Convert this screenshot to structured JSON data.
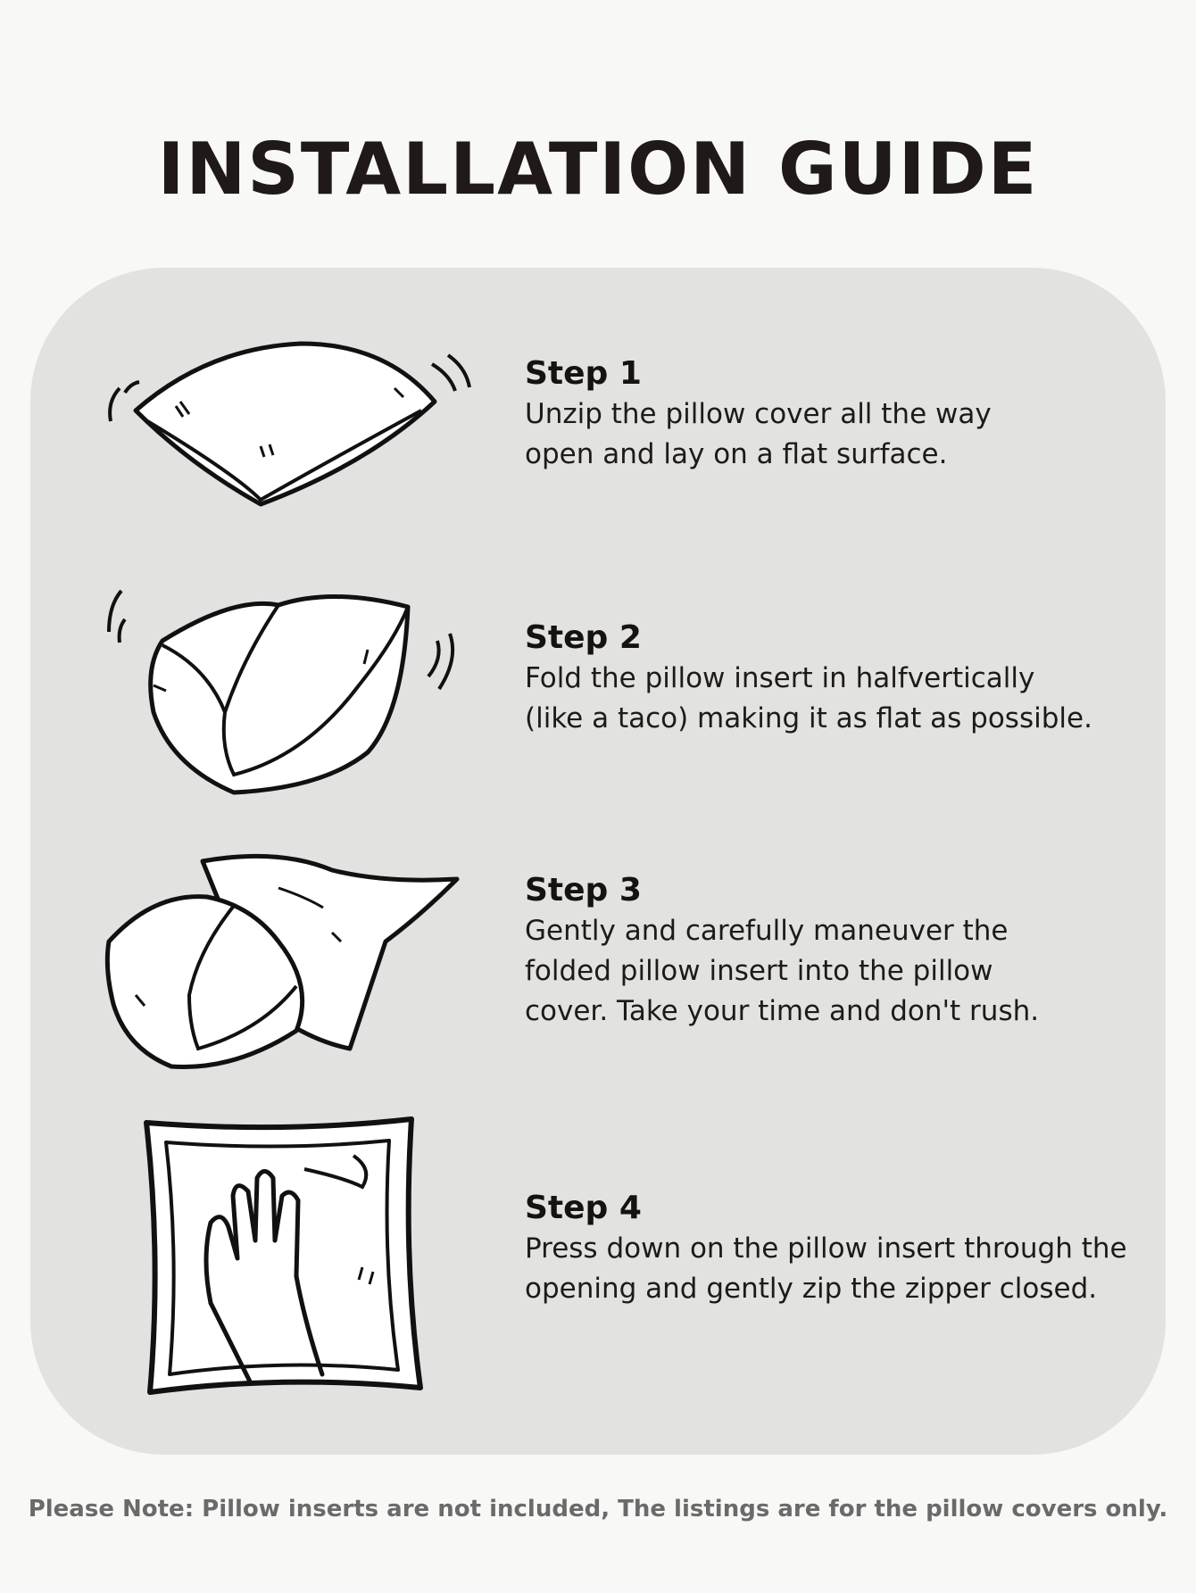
{
  "title": "INSTALLATION GUIDE",
  "steps": [
    {
      "title": "Step 1",
      "text": "Unzip the pillow cover all the way\nopen and lay on a flat surface."
    },
    {
      "title": "Step 2",
      "text": "Fold the pillow insert in halfvertically\n(like a taco) making it as flat as possible."
    },
    {
      "title": "Step 3",
      "text": "Gently and carefully maneuver the\nfolded pillow insert into the pillow\ncover.  Take your time and don't rush."
    },
    {
      "title": "Step 4",
      "text": "Press down on the pillow insert through the\nopening and gently zip the zipper closed."
    }
  ],
  "note": "Please Note: Pillow inserts are not included, The listings are for the pillow covers only.",
  "colors": {
    "background": "#f8f8f6",
    "panel": "#e2e2e1",
    "text": "#1c1717",
    "note": "#6a6a6a"
  }
}
